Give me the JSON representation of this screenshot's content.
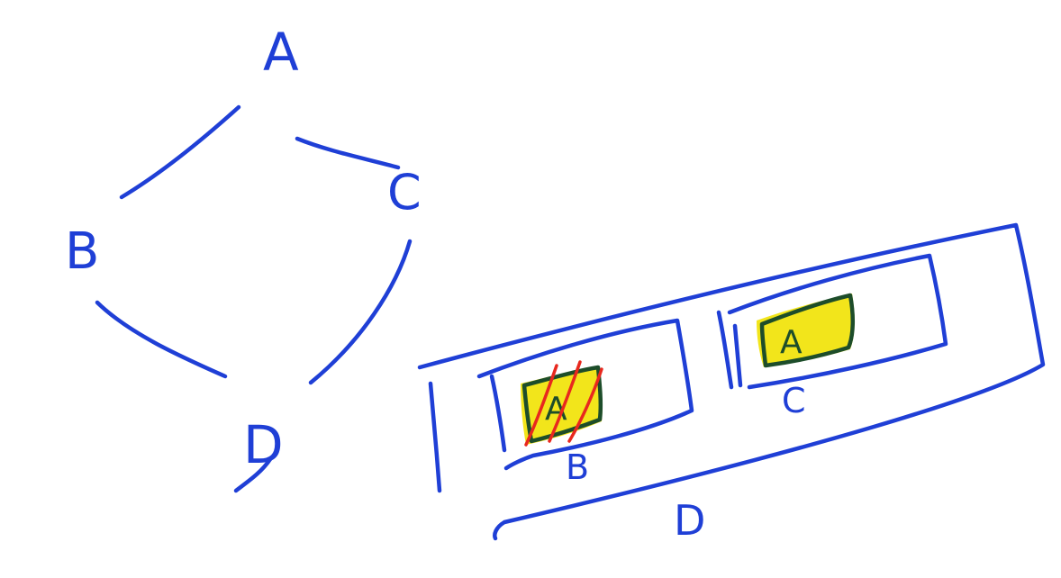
{
  "colors": {
    "ink_blue": "#1f3fd6",
    "ink_green": "#1d4d2a",
    "highlight_yellow": "#f2e51b",
    "strike_red": "#e8281e",
    "background": "#ffffff"
  },
  "graph": {
    "nodes": [
      "A",
      "B",
      "C",
      "D"
    ],
    "edges": [
      [
        "A",
        "B"
      ],
      [
        "A",
        "C"
      ],
      [
        "B",
        "D"
      ],
      [
        "C",
        "D"
      ]
    ]
  },
  "layout_diagram": {
    "outer_label": "D",
    "left_box_label": "B",
    "right_box_label": "C",
    "left_inner_label": "A",
    "right_inner_label": "A"
  }
}
